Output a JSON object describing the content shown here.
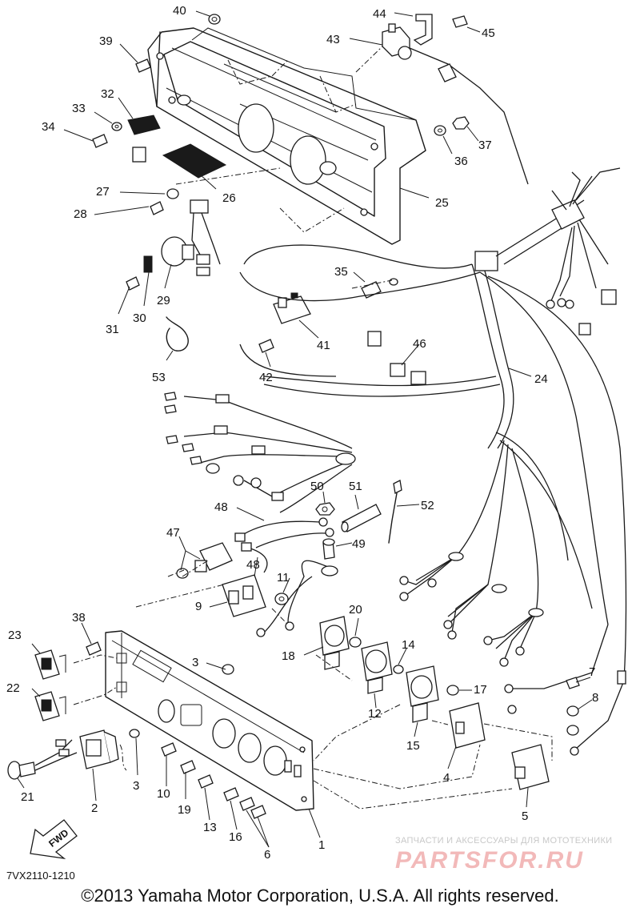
{
  "callouts": [
    "40",
    "44",
    "45",
    "39",
    "43",
    "32",
    "33",
    "34",
    "37",
    "36",
    "25",
    "27",
    "26",
    "28",
    "35",
    "30",
    "29",
    "31",
    "41",
    "46",
    "24",
    "42",
    "53",
    "50",
    "51",
    "52",
    "48",
    "47",
    "49",
    "48",
    "11",
    "9",
    "20",
    "14",
    "38",
    "23",
    "18",
    "3",
    "12",
    "17",
    "22",
    "7",
    "8",
    "15",
    "21",
    "2",
    "3",
    "10",
    "19",
    "4",
    "13",
    "16",
    "6",
    "5",
    "1"
  ],
  "figure_code": "7VX2110-1210",
  "copyright": "©2013 Yamaha Motor Corporation, U.S.A. All rights reserved.",
  "fwd_label": "FWD",
  "watermark": {
    "tagline": "ЗАПЧАСТИ И АКСЕССУАРЫ ДЛЯ МОТОТЕХНИКИ",
    "logo": "PARTSFOR.RU"
  }
}
